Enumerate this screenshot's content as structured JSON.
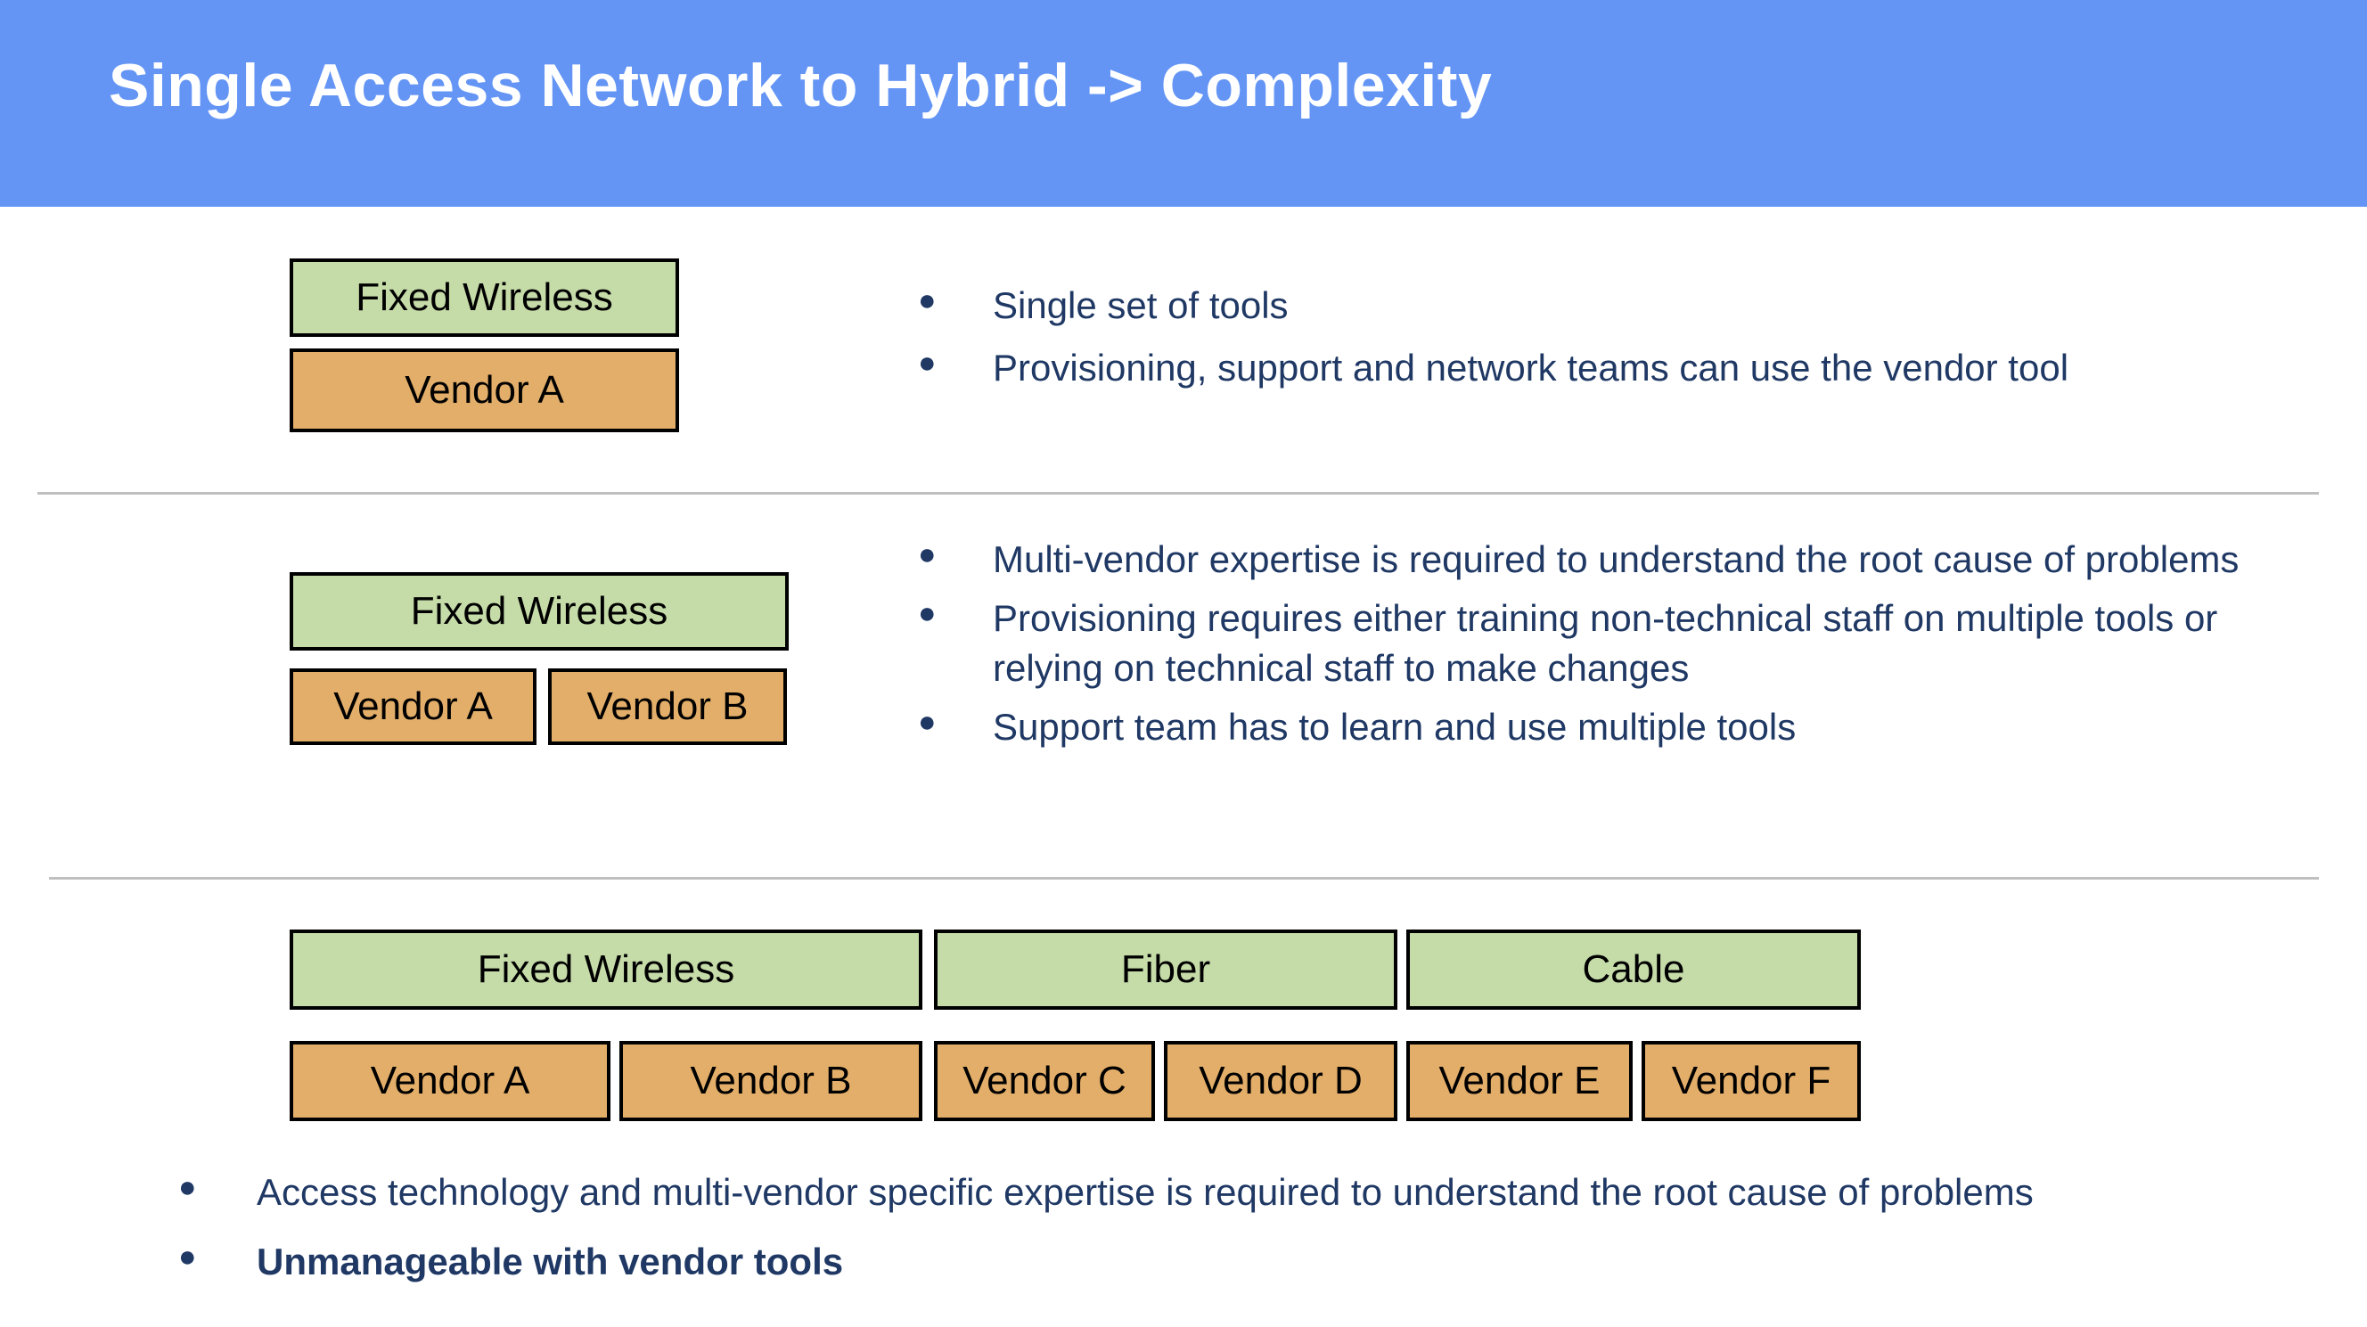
{
  "header": {
    "title": "Single Access Network to Hybrid -> Complexity",
    "background_color": "#6495F5",
    "text_color": "#FFFFFF"
  },
  "colors": {
    "access_box": "#C5DBA8",
    "vendor_box": "#E3AE69",
    "box_border": "#000000",
    "bullet_text": "#1F3864",
    "divider": "#BFBFBF"
  },
  "bullet_glyph": "●",
  "sections": [
    {
      "id": "single-vendor",
      "access_boxes": [
        {
          "label": "Fixed Wireless"
        }
      ],
      "vendor_boxes": [
        {
          "label": "Vendor A"
        }
      ],
      "bullets": [
        {
          "text": "Single set of tools",
          "bold": false
        },
        {
          "text": "Provisioning, support and network teams can use the vendor tool",
          "bold": false
        }
      ]
    },
    {
      "id": "two-vendor",
      "access_boxes": [
        {
          "label": "Fixed Wireless"
        }
      ],
      "vendor_boxes": [
        {
          "label": "Vendor A"
        },
        {
          "label": "Vendor B"
        }
      ],
      "bullets": [
        {
          "text": "Multi-vendor expertise is required to understand the root cause of problems",
          "bold": false
        },
        {
          "text": "Provisioning requires either training non-technical staff on multiple tools or relying on technical staff to make changes",
          "bold": false
        },
        {
          "text": "Support team has to learn and use multiple tools",
          "bold": false
        }
      ]
    },
    {
      "id": "hybrid-multi-vendor",
      "access_boxes": [
        {
          "label": "Fixed Wireless"
        },
        {
          "label": "Fiber"
        },
        {
          "label": "Cable"
        }
      ],
      "vendor_boxes": [
        {
          "label": "Vendor A"
        },
        {
          "label": "Vendor B"
        },
        {
          "label": "Vendor C"
        },
        {
          "label": "Vendor D"
        },
        {
          "label": "Vendor E"
        },
        {
          "label": "Vendor F"
        }
      ],
      "bullets": [
        {
          "text": "Access technology and multi-vendor specific expertise is required to understand the root cause of problems",
          "bold": false
        },
        {
          "text": "Unmanageable with vendor tools",
          "bold": true
        }
      ]
    }
  ]
}
